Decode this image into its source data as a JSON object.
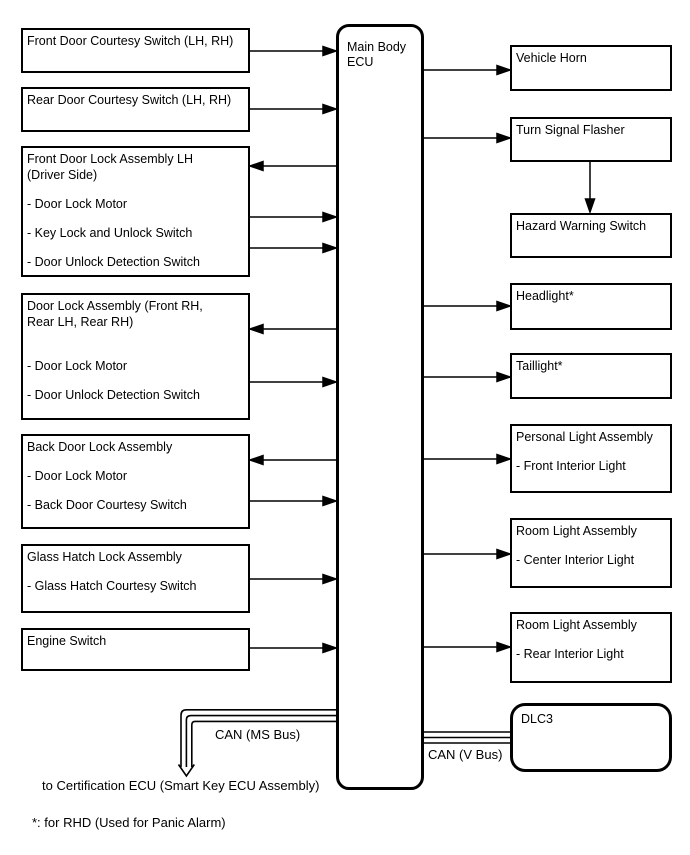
{
  "ecu": {
    "label": "Main Body ECU"
  },
  "left_boxes": [
    {
      "title_lines": [
        "Front Door Courtesy Switch (LH, RH)"
      ],
      "items": []
    },
    {
      "title_lines": [
        "Rear Door Courtesy Switch (LH, RH)"
      ],
      "items": []
    },
    {
      "title_lines": [
        "Front Door Lock Assembly LH",
        "(Driver Side)"
      ],
      "items": [
        "- Door Lock Motor",
        "- Key Lock and Unlock Switch",
        "- Door Unlock Detection Switch"
      ]
    },
    {
      "title_lines": [
        "Door Lock Assembly (Front RH,",
        "Rear LH, Rear RH)"
      ],
      "items": [
        "- Door Lock Motor",
        "- Door Unlock Detection Switch"
      ]
    },
    {
      "title_lines": [
        "Back Door Lock Assembly"
      ],
      "items": [
        "- Door Lock Motor",
        "- Back Door Courtesy Switch"
      ]
    },
    {
      "title_lines": [
        "Glass Hatch Lock Assembly"
      ],
      "items": [
        "- Glass Hatch Courtesy Switch"
      ]
    },
    {
      "title_lines": [
        "Engine Switch"
      ],
      "items": []
    }
  ],
  "right_boxes": [
    {
      "title": "Vehicle Horn",
      "items": []
    },
    {
      "title": "Turn Signal Flasher",
      "items": []
    },
    {
      "title": "Hazard Warning Switch",
      "items": []
    },
    {
      "title": "Headlight*",
      "items": []
    },
    {
      "title": "Taillight*",
      "items": []
    },
    {
      "title": "Personal Light Assembly",
      "items": [
        "- Front Interior Light"
      ]
    },
    {
      "title": "Room Light Assembly",
      "items": [
        "- Center Interior Light"
      ]
    },
    {
      "title": "Room Light Assembly",
      "items": [
        "- Rear Interior Light"
      ]
    }
  ],
  "dlc3": {
    "label": "DLC3"
  },
  "bus_labels": {
    "ms_bus": "CAN (MS Bus)",
    "v_bus": "CAN (V Bus)"
  },
  "annotations": {
    "ms_bus_destination": "to Certification ECU (Smart Key ECU Assembly)",
    "footnote": "*: for RHD (Used for Panic Alarm)"
  },
  "colors": {
    "line": "#000000",
    "background": "#ffffff"
  }
}
